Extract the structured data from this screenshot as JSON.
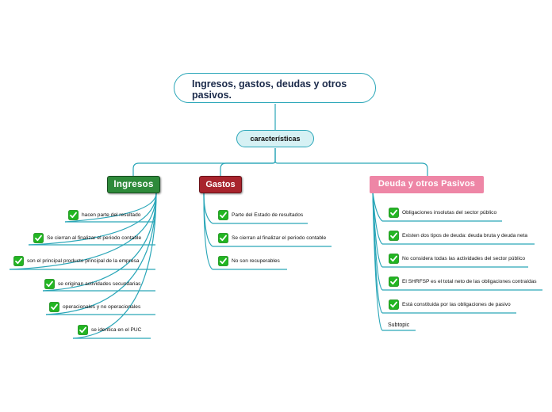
{
  "root": {
    "title": "Ingresos, gastos, deudas y otros pasivos."
  },
  "subtopic": {
    "label": "características"
  },
  "branches": {
    "ingresos": {
      "label": "Ingresos",
      "color": "#2e8a3a",
      "items": [
        "hacen parte del resultado",
        "Se cierran al finalizar el periodo contable",
        "son el principal producto  principal de la empresa",
        "se originan actividades secundarias",
        "operacionales y no operacionales",
        "se identica en el PUC"
      ]
    },
    "gastos": {
      "label": "Gastos",
      "color": "#a8242d",
      "items": [
        "Parte del Estado de resultados",
        "Se cierran al finalizar el periodo contable",
        "No son recuperables"
      ]
    },
    "deuda": {
      "label": "Deuda y otros Pasivos",
      "color": "#ee86a6",
      "items": [
        "Obligaciones insolutas del sector público",
        "Existen dos tipos de deuda: deuda bruta y deuda neta",
        "No considera todas las actividades del sector público",
        "El SHRFSP es el total neto de las obligaciones contraídas",
        "Está constituida por las obligaciones de pasivo"
      ],
      "extra": "Subtopic"
    }
  },
  "icons": {
    "item_marker": "check-icon",
    "check_color": "#22b522"
  },
  "line_color": "#2aa6b8"
}
